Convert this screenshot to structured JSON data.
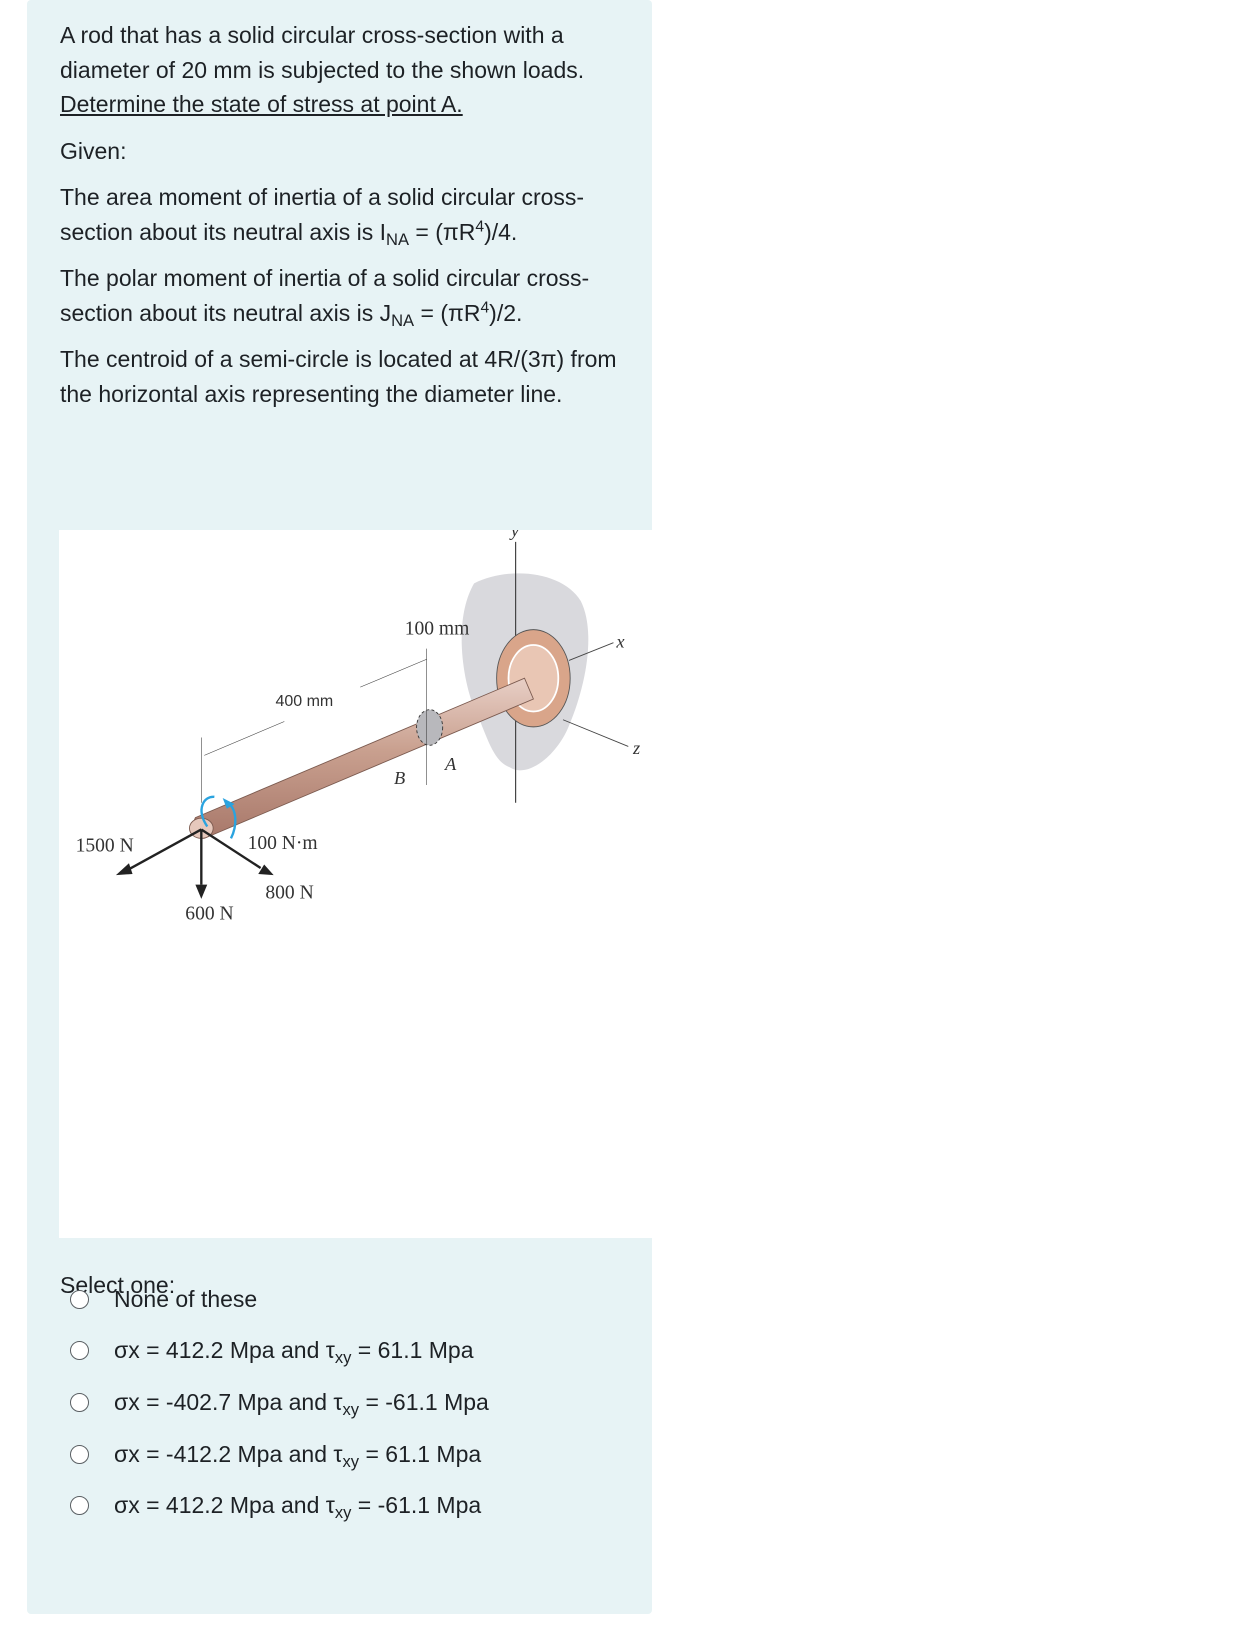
{
  "question": {
    "intro": "A rod that has a solid circular cross-section with a diameter of 20 mm is subjected to the shown loads.",
    "task": "Determine the state of stress at point A.",
    "given_label": "Given:",
    "inertia_text": "The area moment of inertia of a solid circular cross-section about its neutral axis is I",
    "inertia_sub": "NA",
    "inertia_eq": " = (πR",
    "inertia_sup": "4",
    "inertia_end": ")/4.",
    "polar_text": "The polar moment of inertia of a solid circular cross-section about its neutral axis is J",
    "polar_sub": "NA",
    "polar_eq": " = (πR",
    "polar_sup": "4",
    "polar_end": ")/2.",
    "centroid_text": "The centroid of a semi-circle is located at 4R/(3π) from the horizontal axis representing the diameter line."
  },
  "figure": {
    "dim_400": "400 mm",
    "dim_100": "100 mm",
    "load_1500": "1500 N",
    "load_600": "600 N",
    "load_800": "800 N",
    "torque": "100 N·m",
    "point_a": "A",
    "point_b": "B",
    "axis_x": "x",
    "axis_y": "y",
    "axis_z": "z",
    "colors": {
      "rod": "#c9a08f",
      "flange": "#d9a58a",
      "wall": "#d9d9dd",
      "torque_arrow": "#2aa3df"
    }
  },
  "answer": {
    "prompt": "Select one:",
    "options": [
      {
        "pre": "None of these",
        "tau": "",
        "sub": "",
        "post": ""
      },
      {
        "pre": "σx = 412.2 Mpa and ",
        "tau": "τ",
        "sub": "xy",
        "post": " = 61.1 Mpa"
      },
      {
        "pre": "σx = -402.7 Mpa and ",
        "tau": "τ",
        "sub": "xy",
        "post": " = -61.1 Mpa"
      },
      {
        "pre": "σx = -412.2 Mpa and ",
        "tau": "τ",
        "sub": "xy",
        "post": " = 61.1 Mpa"
      },
      {
        "pre": "σx = 412.2 Mpa and ",
        "tau": "τ",
        "sub": "xy",
        "post": " = -61.1 Mpa"
      }
    ]
  }
}
